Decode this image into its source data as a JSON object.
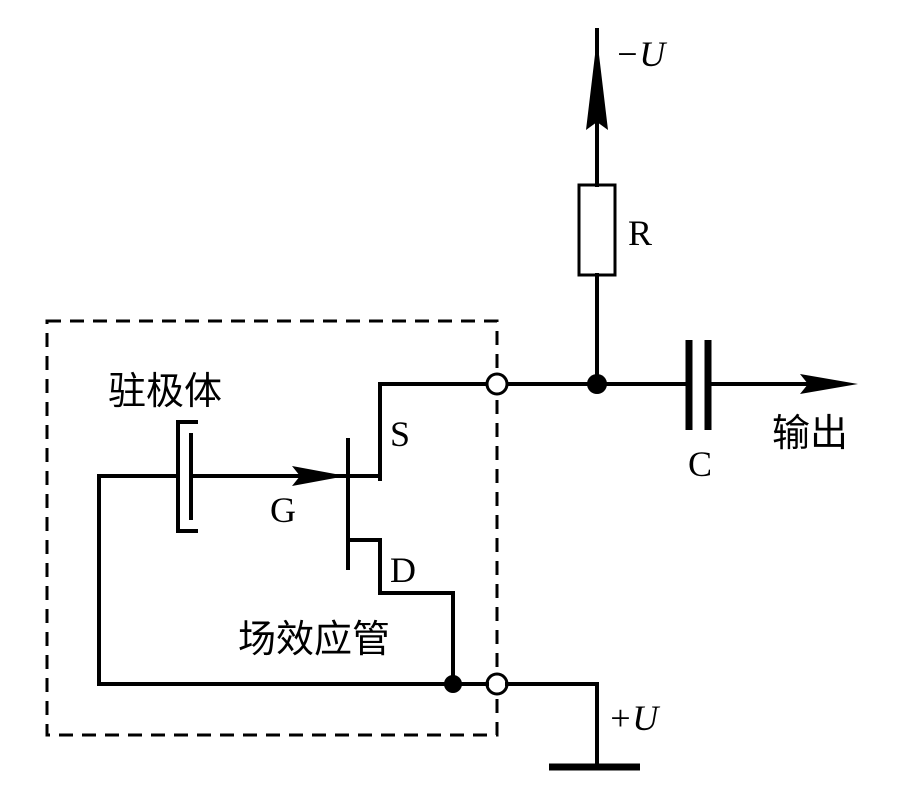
{
  "diagram": {
    "title": "Electret microphone circuit with JFET",
    "labels": {
      "electret": "驻极体",
      "fet": "场效应管",
      "gate": "G",
      "source": "S",
      "drain": "D",
      "resistor": "R",
      "capacitor": "C",
      "output": "输出",
      "neg_supply": "−U",
      "pos_supply": "+U"
    },
    "colors": {
      "line": "#000000",
      "background": "#ffffff"
    }
  }
}
